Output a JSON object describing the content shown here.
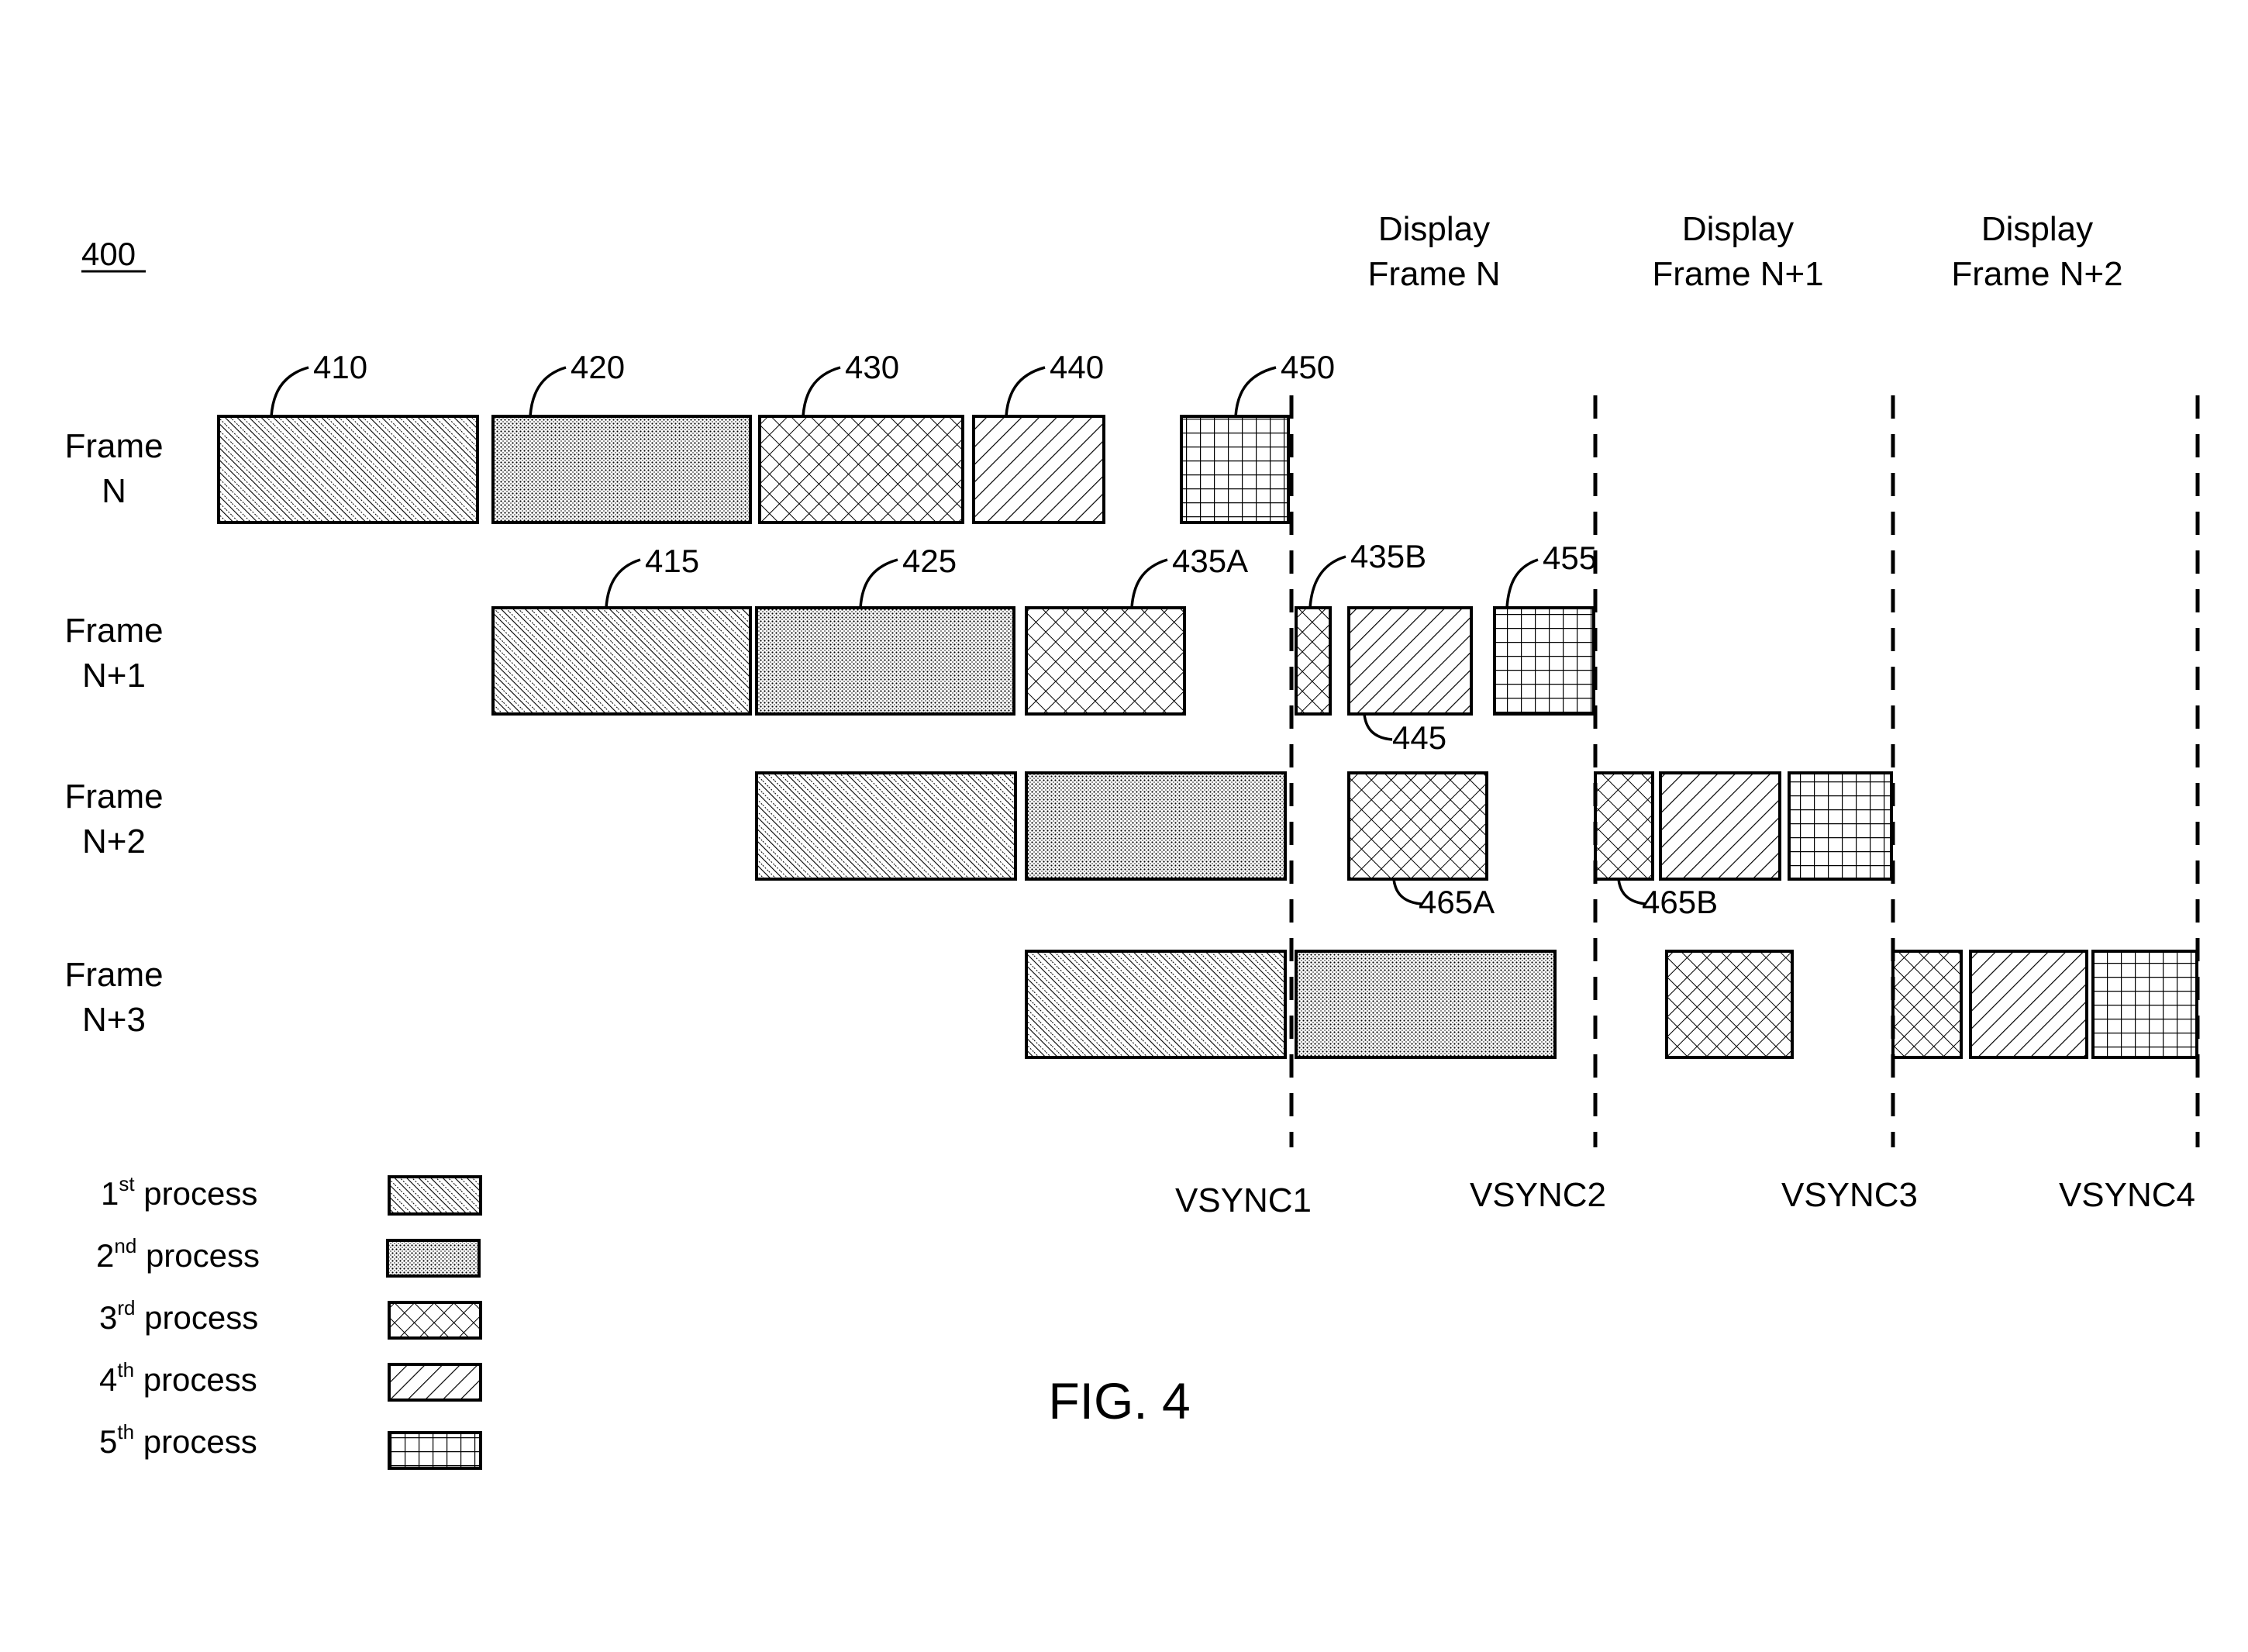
{
  "figure_ref": "400",
  "figure_caption": "FIG. 4",
  "display_headers": [
    {
      "line1": "Display",
      "line2": "Frame N"
    },
    {
      "line1": "Display",
      "line2": "Frame N+1"
    },
    {
      "line1": "Display",
      "line2": "Frame N+2"
    }
  ],
  "rows": [
    {
      "line1": "Frame",
      "line2": "N"
    },
    {
      "line1": "Frame",
      "line2": "N+1"
    },
    {
      "line1": "Frame",
      "line2": "N+2"
    },
    {
      "line1": "Frame",
      "line2": "N+3"
    }
  ],
  "vsync_labels": [
    "VSYNC1",
    "VSYNC2",
    "VSYNC3",
    "VSYNC4"
  ],
  "legend": [
    {
      "num": "1",
      "sup": "st",
      "text": " process",
      "pattern": "p1"
    },
    {
      "num": "2",
      "sup": "nd",
      "text": " process",
      "pattern": "p2"
    },
    {
      "num": "3",
      "sup": "rd",
      "text": " process",
      "pattern": "p3"
    },
    {
      "num": "4",
      "sup": "th",
      "text": " process",
      "pattern": "p4"
    },
    {
      "num": "5",
      "sup": "th",
      "text": " process",
      "pattern": "p5"
    }
  ],
  "ref_labels": [
    "410",
    "420",
    "430",
    "440",
    "450",
    "415",
    "425",
    "435A",
    "435B",
    "455",
    "445",
    "465A",
    "465B"
  ]
}
